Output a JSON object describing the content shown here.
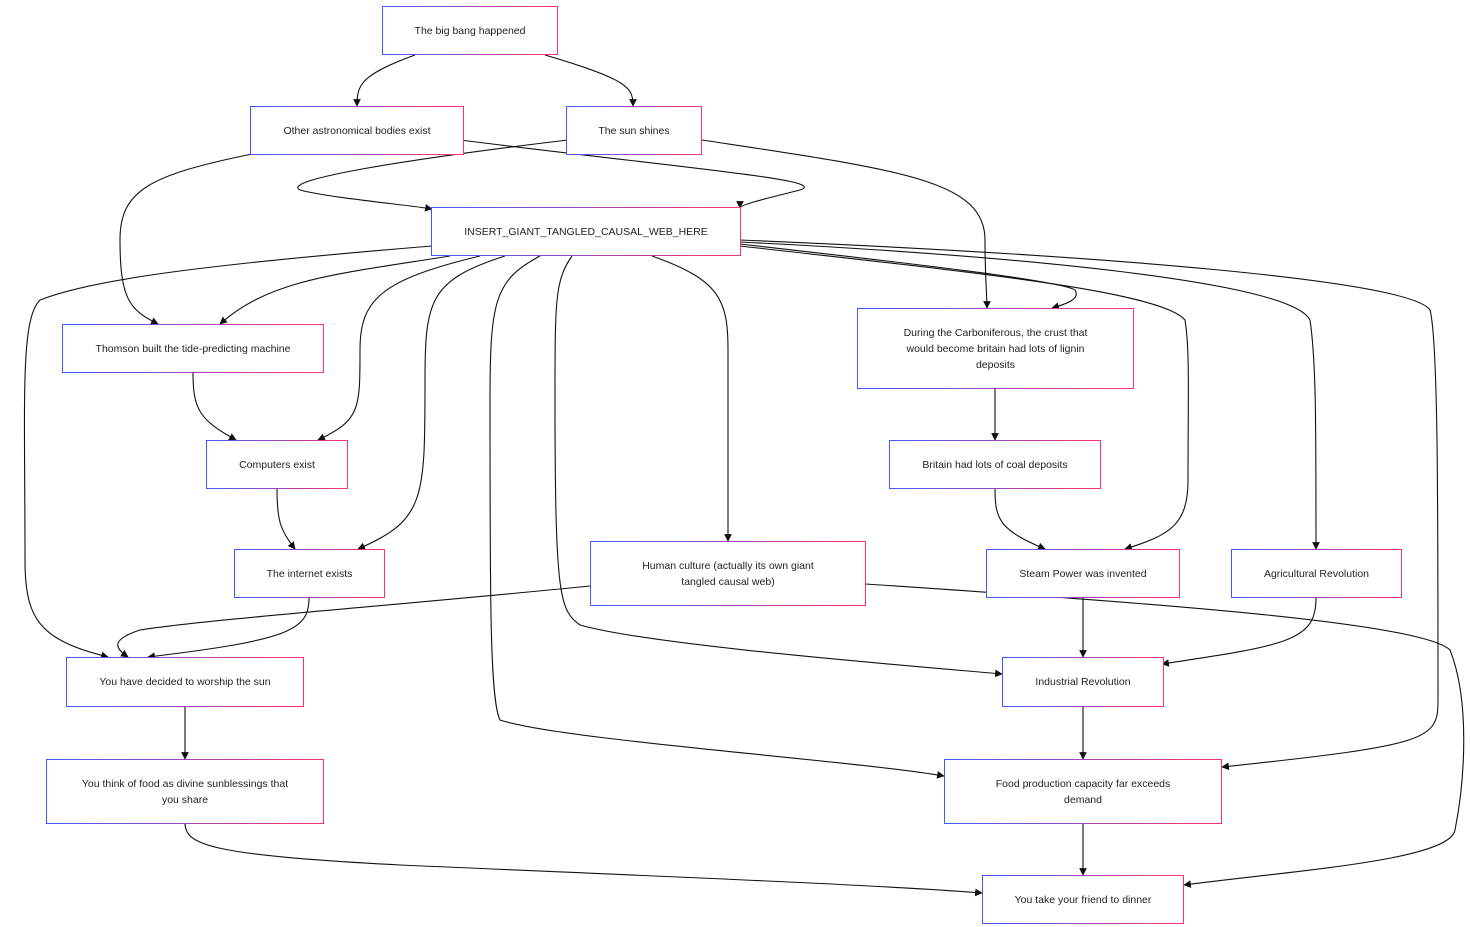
{
  "nodes": {
    "big_bang": "The big bang happened",
    "other_bodies": "Other astronomical bodies exist",
    "sun_shines": "The sun shines",
    "tangled_web": "INSERT_GIANT_TANGLED_CAUSAL_WEB_HERE",
    "thomson": "Thomson built the tide-predicting machine",
    "carboniferous": "During the Carboniferous, the crust that would become britain had lots of lignin deposits",
    "computers": "Computers exist",
    "coal": "Britain had lots of coal deposits",
    "internet": "The internet exists",
    "human_culture": "Human culture (actually its own giant tangled causal web)",
    "steam": "Steam Power was invented",
    "agricultural": "Agricultural Revolution",
    "worship_sun": "You have decided to worship the sun",
    "industrial": "Industrial Revolution",
    "sunblessings": "You think of food as divine sunblessings that you share",
    "food_capacity": "Food production capacity far exceeds demand",
    "dinner": "You take your friend to dinner"
  },
  "colors": {
    "border_start": "#3b5bff",
    "border_end": "#ff2f6e",
    "edge": "#111111"
  }
}
